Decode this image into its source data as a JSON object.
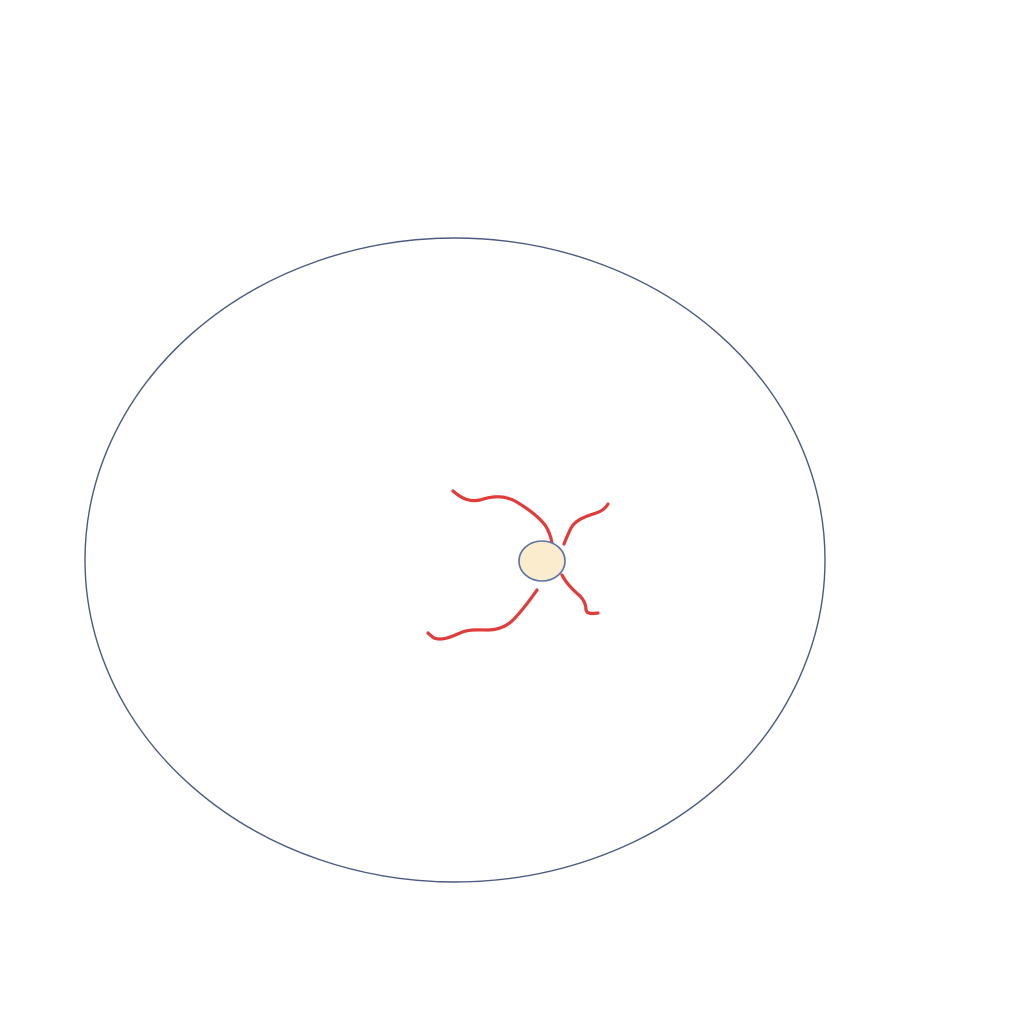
{
  "diagram": {
    "colors": {
      "background": "#ffffff",
      "cell_outline": "#4a5a80",
      "strands": "#e03c3c",
      "nucleus_fill": "#fbeccd",
      "nucleus_outline": "#5b72a8"
    },
    "elements": {
      "cell": "large-circle-outline",
      "center": "small-filled-ellipse",
      "strand_count": 4
    }
  }
}
